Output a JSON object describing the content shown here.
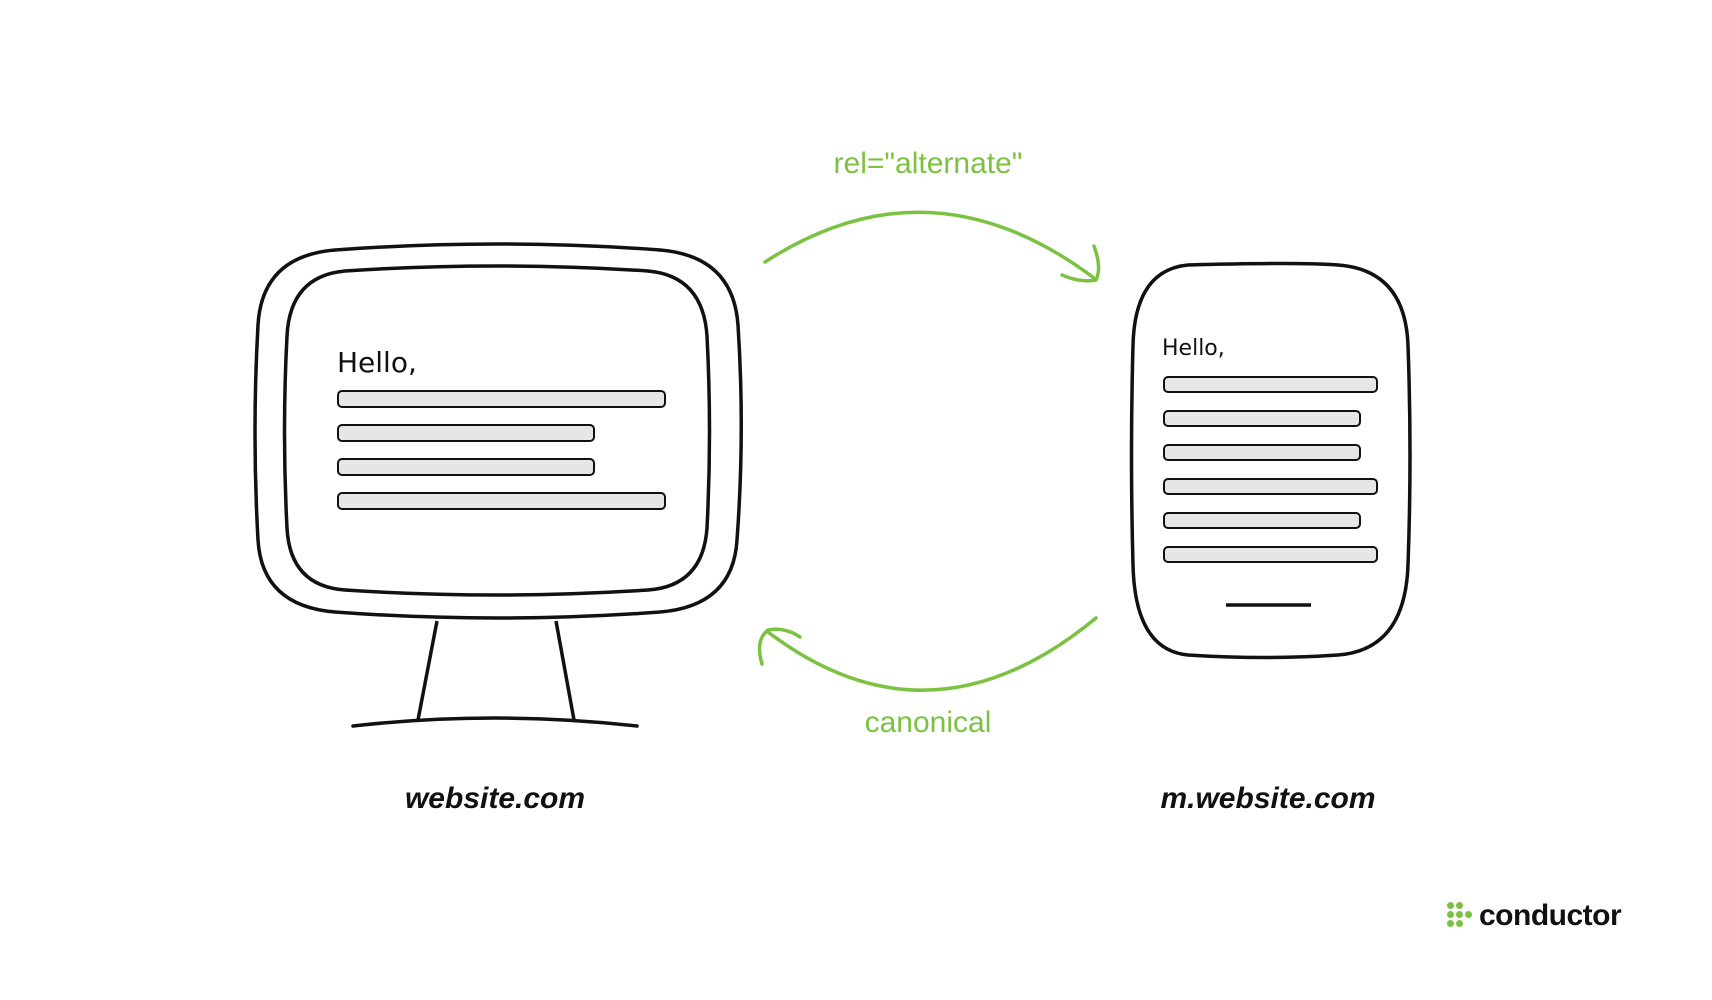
{
  "arrows": {
    "top_label": "rel=\"alternate\"",
    "bottom_label": "canonical"
  },
  "desktop": {
    "greeting": "Hello,",
    "domain": "website.com"
  },
  "mobile": {
    "greeting": "Hello,",
    "domain": "m.website.com"
  },
  "brand": {
    "name": "conductor"
  },
  "colors": {
    "accent": "#7cc242",
    "line": "#111111",
    "bar_fill": "#e6e6e6"
  }
}
